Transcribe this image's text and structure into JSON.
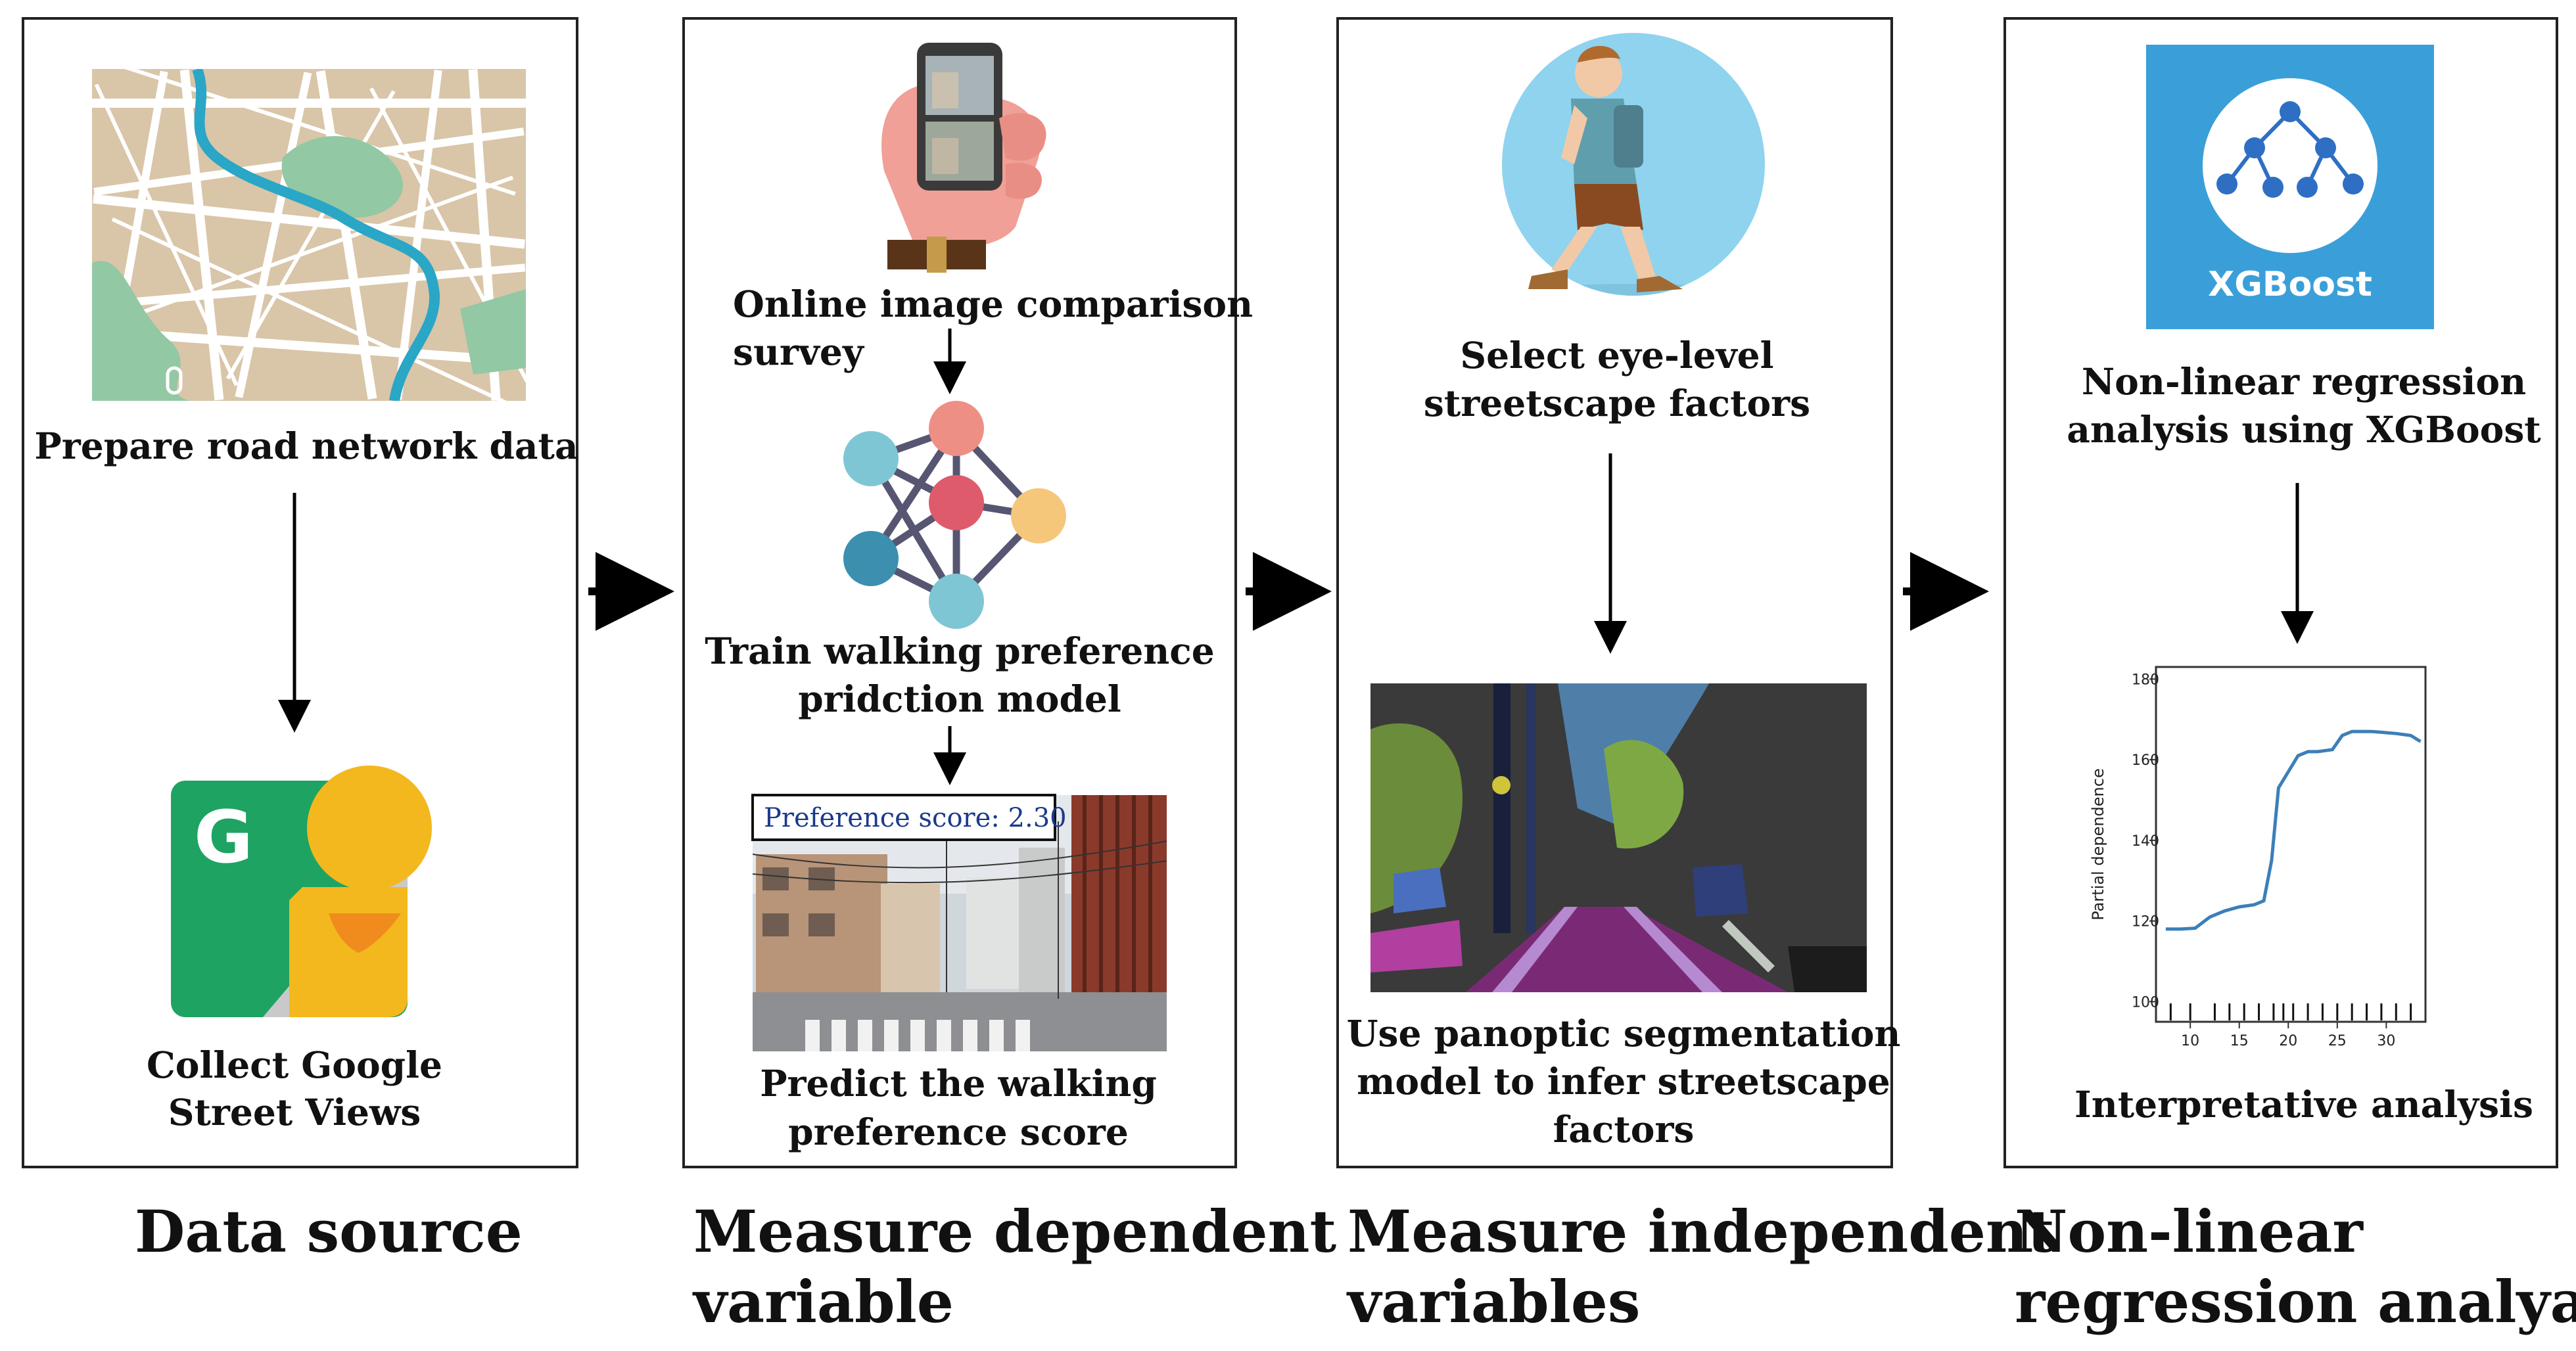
{
  "panels": [
    {
      "caption_line1": "Data source",
      "caption_line2": "",
      "steps": [
        "Prepare road network data",
        "Collect Google",
        "Street Views"
      ]
    },
    {
      "caption_line1": "Measure dependent",
      "caption_line2": "variable",
      "steps": [
        "Online image comparison",
        "survey",
        "Train walking preference",
        "pridction model",
        "Predict the walking",
        "preference score"
      ],
      "preference_label": "Preference score: 2.30"
    },
    {
      "caption_line1": "Measure independent",
      "caption_line2": "variables",
      "steps": [
        "Select eye-level",
        "streetscape factors",
        "Use panoptic segmentation",
        "model to infer streetscape",
        "factors"
      ]
    },
    {
      "caption_line1": "Non-linear",
      "caption_line2": "regression analyais",
      "steps": [
        "Non-linear regression",
        "analysis using XGBoost",
        "Interpretative analysis"
      ],
      "logo_text": "XGBoost"
    }
  ],
  "google_logo_letter": "G",
  "colors": {
    "xgboost_blue": "#3a9fd9",
    "node_pink": "#ee8f86",
    "node_red": "#de5b6b",
    "node_teal": "#7fc6d4",
    "node_dark_teal": "#3c8fae",
    "node_yellow": "#f5c77a",
    "plot_line": "#3b7fb8"
  },
  "chart_data": {
    "type": "line",
    "ylabel": "Partial dependence",
    "xlabel": "",
    "x_ticks": [
      10,
      15,
      20,
      25,
      30
    ],
    "y_ticks": [
      100,
      120,
      140,
      160,
      180
    ],
    "xlim": [
      6.5,
      34
    ],
    "ylim": [
      95,
      183
    ],
    "x": [
      7.5,
      9,
      10.5,
      12,
      13.5,
      15,
      16.5,
      17.5,
      18.3,
      19,
      20,
      21,
      22,
      23,
      24.5,
      25.5,
      26.5,
      27.5,
      28.5,
      29.5,
      31,
      32.5,
      33.5
    ],
    "y": [
      118,
      118,
      118.2,
      121,
      122.5,
      123.5,
      124,
      125,
      135,
      153,
      157,
      161,
      162,
      162,
      162.5,
      166,
      167,
      167,
      167,
      166.8,
      166.5,
      166,
      164.5
    ],
    "rug": [
      8,
      10,
      12.5,
      14,
      15.5,
      17,
      18.5,
      19.5,
      20.5,
      22,
      23.5,
      25,
      26.5,
      28,
      29.5,
      31,
      32.5
    ]
  }
}
